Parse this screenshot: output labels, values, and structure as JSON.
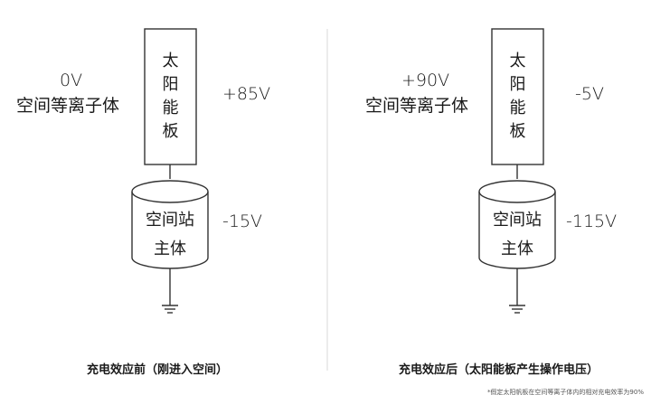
{
  "left": {
    "plasma_voltage": "0V",
    "plasma_label": "空间等离子体",
    "panel_lines": [
      "太",
      "阳",
      "能",
      "板"
    ],
    "panel_voltage": "+85V",
    "station_lines": [
      "空间站",
      "主体"
    ],
    "station_voltage": "-15V",
    "caption": "充电效应前（刚进入空间）"
  },
  "right": {
    "plasma_voltage": "+90V",
    "plasma_label": "空间等离子体",
    "panel_lines": [
      "太",
      "阳",
      "能",
      "板"
    ],
    "panel_voltage": "-5V",
    "station_lines": [
      "空间站",
      "主体"
    ],
    "station_voltage": "-115V",
    "caption": "充电效应后（太阳能板产生操作电压）"
  },
  "footnote": "*假定太阳帆板在空间等离子体内的相对充电效率为90%"
}
